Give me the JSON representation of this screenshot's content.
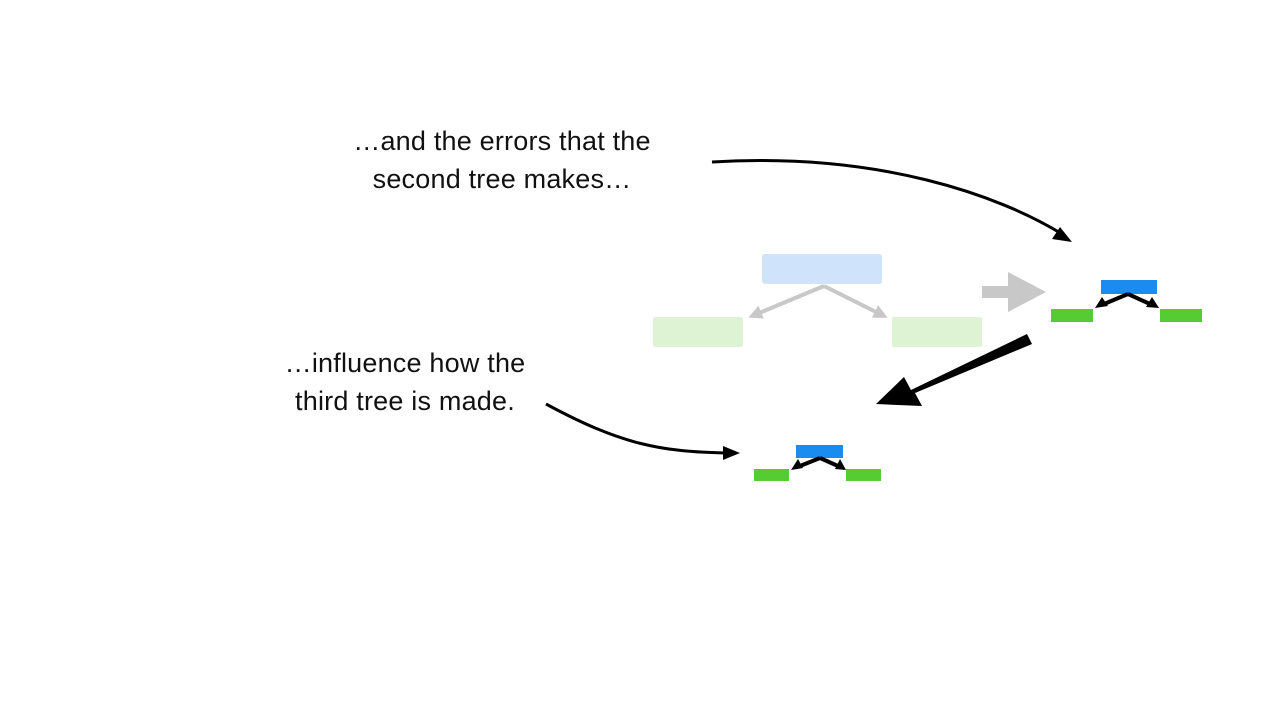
{
  "captions": {
    "top": {
      "line1": "…and the errors that the",
      "line2": "second tree makes…"
    },
    "bottom": {
      "line1": "…influence how the",
      "line2": "third tree is made."
    }
  },
  "colors": {
    "root_node": "#1a8cf0",
    "leaf_node": "#55cc33",
    "faded_root_node": "#cfe4fb",
    "faded_leaf_node": "#ddf3d4",
    "faded_arrow": "#c8c8c8",
    "arrow": "#000000"
  },
  "trees": [
    "first-tree-faded",
    "second-tree",
    "third-tree"
  ]
}
